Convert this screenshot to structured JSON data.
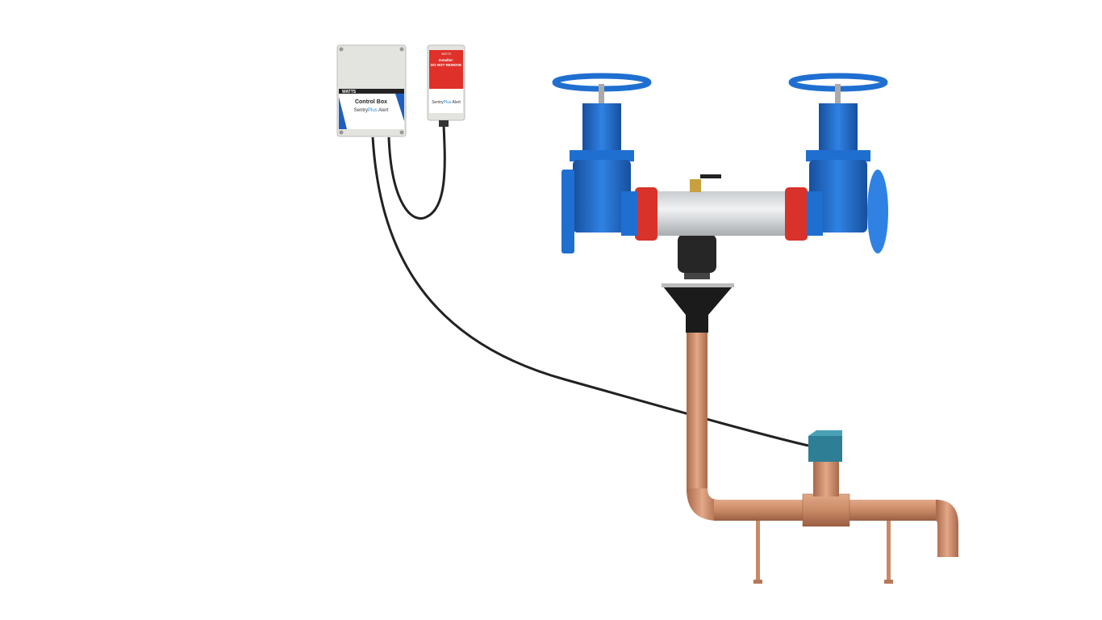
{
  "control_box": {
    "brand": "WATTS",
    "title": "Control Box",
    "product_a": "Sentry",
    "product_b": "Plus",
    "product_c": " Alert"
  },
  "sensor_module": {
    "brand": "WATTS",
    "warning_line1": "Installer:",
    "warning_line2": "DO NOT REMOVE",
    "product_a": "Sentry",
    "product_b": "Plus",
    "product_c": " Alert"
  },
  "colors": {
    "valve_blue": "#1f6fd1",
    "pipe_copper": "#c98a66",
    "coupling_red": "#d8322a",
    "cable": "#222222",
    "sensor_teal": "#2e7f96"
  }
}
